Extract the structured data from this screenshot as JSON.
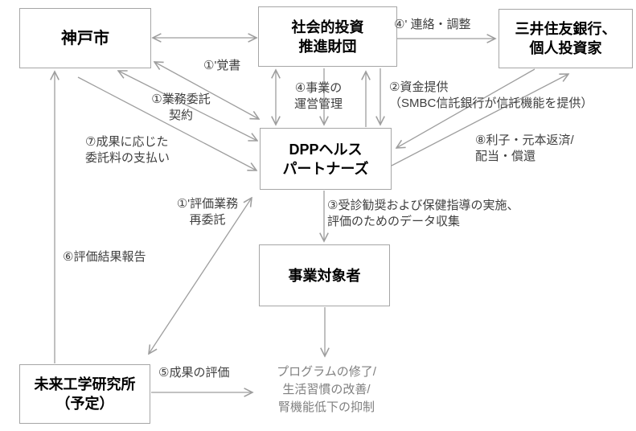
{
  "diagram": {
    "nodes": {
      "kobe": {
        "label": "神戸市"
      },
      "siif": {
        "label": "社会的投資\n推進財団"
      },
      "bank": {
        "label": "三井住友銀行、\n個人投資家"
      },
      "dpp": {
        "label": "DPPヘルス\nパートナーズ"
      },
      "target": {
        "label": "事業対象者"
      },
      "mirai": {
        "label": "未来工学研究所\n（予定）"
      }
    },
    "edge_labels": {
      "memo": "①'覚書",
      "consign": "①業務委託\n契約",
      "payment": "⑦成果に応じた\n委託料の支払い",
      "operation": "④事業の\n運営管理",
      "liaison": "④' 連絡・調整",
      "funding": "②資金提供\n（SMBC信託銀行が信託機能を提供）",
      "repayment": "⑧利子・元本返済/\n配当・償還",
      "guidance": "③受診勧奨および保健指導の実施、\n評価のためのデータ収集",
      "reentrust": "①'評価業務\n再委託",
      "report": "⑥評価結果報告",
      "evaluation": "⑤成果の評価"
    },
    "outcome": {
      "text": "プログラムの修了/\n生活習慣の改善/\n腎機能低下の抑制"
    },
    "colors": {
      "box_border": "#a6a6a6",
      "arrow": "#9e9e9e",
      "label_text": "#3f3f3f",
      "outcome_text": "#7f7f7f",
      "node_text": "#000000",
      "background": "#ffffff"
    }
  }
}
